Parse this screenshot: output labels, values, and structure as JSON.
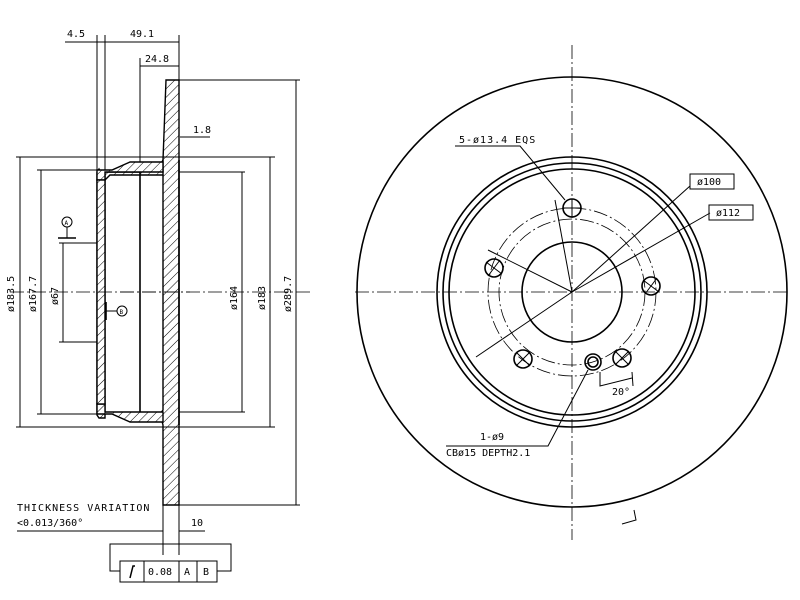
{
  "section_view": {
    "dims": {
      "offset": "4.5",
      "hat_depth": "49.1",
      "hat_inner": "24.8",
      "relief": "1.8",
      "d_hat_outer": "ø183.5",
      "d_hat_inner": "ø167.7",
      "d_center": "ø67",
      "d_drum_inner": "ø164",
      "d_drum_outer": "ø183",
      "d_disc": "ø289.7",
      "thickness": "10"
    },
    "datum_a": "A",
    "datum_b": "B",
    "thickness_variation_label": "THICKNESS VARIATION",
    "thickness_variation_value": "<0.013/360°",
    "tolerance_frame": {
      "symbol": "runout",
      "value": "0.08",
      "datum1": "A",
      "datum2": "B"
    }
  },
  "front_view": {
    "bolt_holes": "5-ø13.4 EQS",
    "pcd1": "ø100",
    "pcd2": "ø112",
    "angle": "20°",
    "small_hole": "1-ø9",
    "counterbore": "CBø15 DEPTH2.1"
  }
}
